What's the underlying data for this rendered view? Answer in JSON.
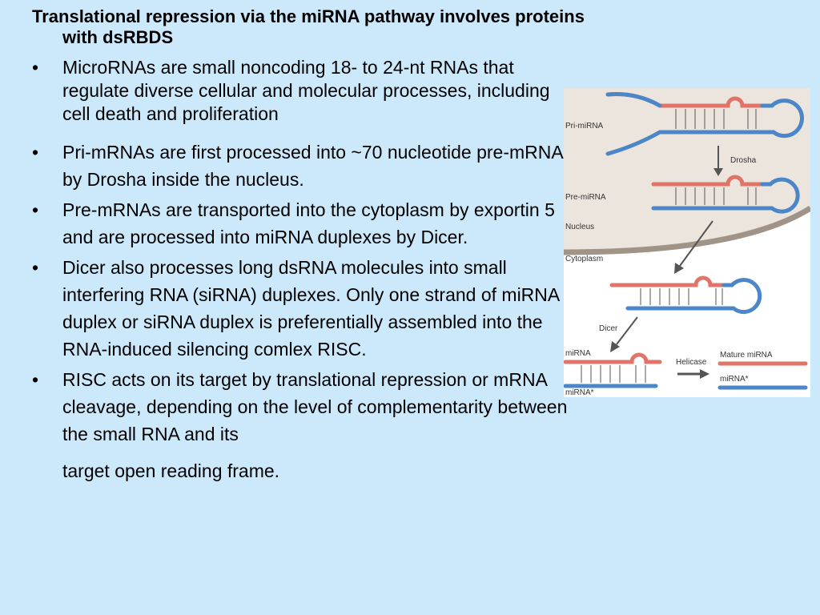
{
  "slide": {
    "title": "Translational repression via the miRNA pathway involves proteins with dsRBDS",
    "bullet_symbol": "•",
    "bullets": [
      "MicroRNAs are small noncoding 18- to 24-nt RNAs that regulate diverse cellular and molecular processes, including cell death and proliferation",
      "Pri-mRNAs are first processed into ~70 nucleotide pre-mRNAs by Drosha inside the nucleus.",
      " Pre-mRNAs are transported into the cytoplasm by exportin 5 and are processed into miRNA duplexes by Dicer.",
      "Dicer also processes long dsRNA molecules into small interfering RNA (siRNA) duplexes. Only one strand of miRNA duplex or siRNA duplex is preferentially assembled into the RNA-induced silencing comlex RISC.",
      "RISC acts on its target by translational repression or mRNA cleavage, depending on the level of complementarity between the small RNA and its",
      "target open reading frame."
    ]
  },
  "figure": {
    "labels": {
      "pri_mirna": "Pri-miRNA",
      "drosha": "Drosha",
      "pre_mirna": "Pre-miRNA",
      "nucleus": "Nucleus",
      "cytoplasm": "Cytoplasm",
      "dicer": "Dicer",
      "mirna": "miRNA",
      "mirna_star_left": "miRNA*",
      "helicase": "Helicase",
      "mature_mirna": "Mature miRNA",
      "mirna_star_right": "miRNA*"
    },
    "colors": {
      "red_strand": "#e07468",
      "blue_strand": "#4a86c8",
      "nucleus_fill": "#ece5dd",
      "panel_bg": "#ffffff"
    }
  }
}
